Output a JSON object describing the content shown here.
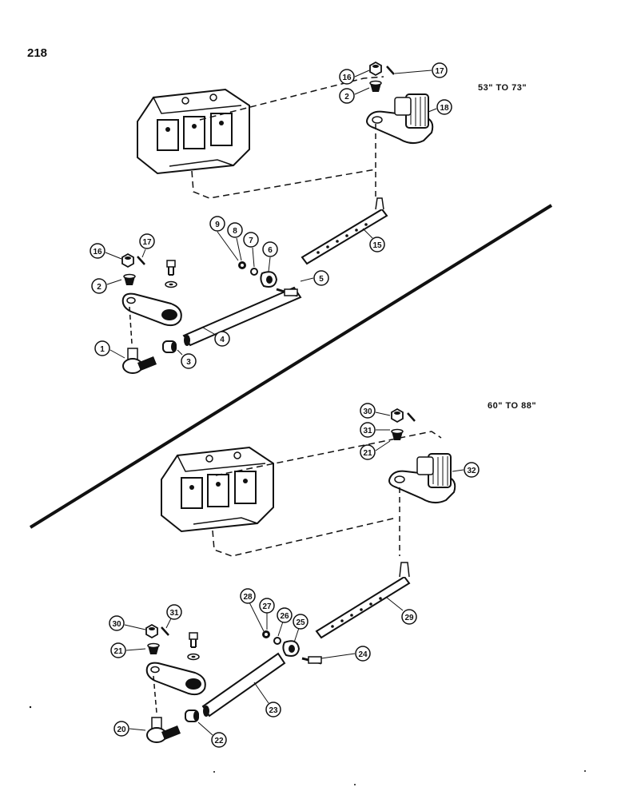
{
  "page": {
    "number": "218"
  },
  "sections": [
    {
      "id": "upper",
      "range_label": "53\" TO 73\""
    },
    {
      "id": "lower",
      "range_label": "60\" TO 88\""
    }
  ],
  "callouts": {
    "upper": [
      "1",
      "2",
      "3",
      "4",
      "5",
      "6",
      "7",
      "8",
      "9",
      "15",
      "16",
      "17",
      "18",
      "2",
      "16",
      "17"
    ],
    "lower": [
      "20",
      "21",
      "22",
      "23",
      "24",
      "25",
      "26",
      "27",
      "28",
      "29",
      "30",
      "31",
      "32",
      "21",
      "30",
      "31"
    ]
  }
}
